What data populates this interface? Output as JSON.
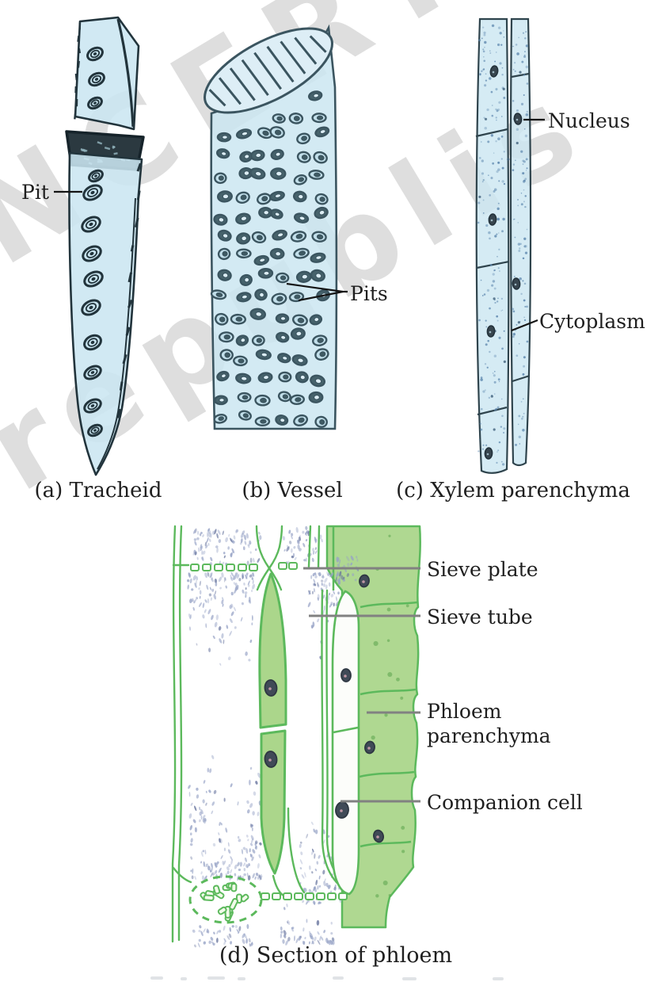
{
  "figure": {
    "watermark": {
      "line1": "NCERT",
      "line2": "republis",
      "color": "#dedede"
    },
    "labels": {
      "pit": "Pit",
      "pits": "Pits",
      "nucleus": "Nucleus",
      "cytoplasm": "Cytoplasm",
      "sieve_plate": "Sieve plate",
      "sieve_tube": "Sieve tube",
      "phloem_parenchyma_line1": "Phloem",
      "phloem_parenchyma_line2": "parenchyma",
      "companion_cell": "Companion cell"
    },
    "captions": {
      "panel_a": "(a) Tracheid",
      "panel_b": "(b) Vessel",
      "panel_c": "(c) Xylem parenchyma",
      "panel_d": "(d) Section of phloem"
    },
    "colors": {
      "xylem_fill": "#cbe6f1",
      "xylem_fill_light": "#ddeef6",
      "xylem_line": "#3b5560",
      "tracheid_line": "#22343c",
      "tracheid_face": "#2b3940",
      "phloem_line": "#5cb95c",
      "phloem_fill": "#a6d485",
      "white_cell": "#fcfdfa",
      "nucleus": "#404a57",
      "nucleus_spot": "#d6a3b2",
      "speckle_blue": "#97a3c6",
      "speckle_xylem": "#5d87ae",
      "label": "#1f1f1f",
      "leader_dark": "#141414",
      "leader_gray": "#818181",
      "watermark": "#dedede"
    }
  }
}
